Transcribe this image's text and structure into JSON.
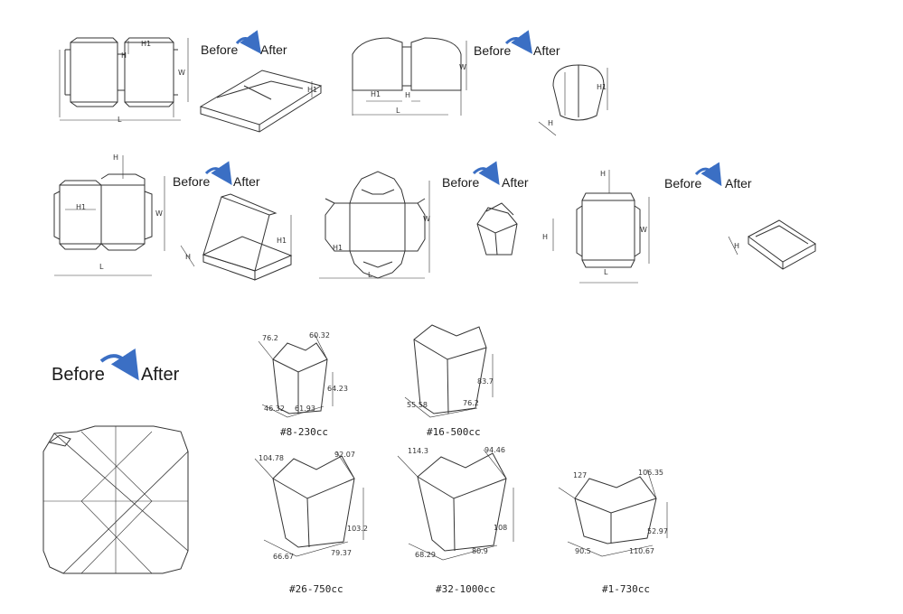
{
  "before_after": {
    "before": "Before",
    "after": "After",
    "arrow_color": "#3b6fc4"
  },
  "boxes": [
    {
      "id": "box1",
      "dims": {
        "h": "H",
        "h1": "H1",
        "w": "W",
        "l": "L",
        "h_after": "H1"
      }
    },
    {
      "id": "box2",
      "dims": {
        "h": "H",
        "h1": "H1",
        "w": "W",
        "l": "L",
        "h_after": "H1",
        "h2": "H"
      }
    },
    {
      "id": "box3",
      "dims": {
        "h": "H",
        "h1": "H1",
        "w": "W",
        "l": "L",
        "h_after": "H1",
        "h2": "H"
      }
    },
    {
      "id": "box4",
      "dims": {
        "h1": "H1",
        "w": "W",
        "l": "L",
        "h_after": "H"
      }
    },
    {
      "id": "box5",
      "dims": {
        "h": "H",
        "w": "W",
        "l": "L",
        "h_after": "H"
      }
    }
  ],
  "pails": [
    {
      "size": "#8-230cc",
      "top_left": "76.2",
      "top_right": "60.32",
      "height": "64.23",
      "bottom_left": "46.32",
      "bottom_right": "61.93"
    },
    {
      "size": "#16-500cc",
      "height": "83.7",
      "bottom_left": "55.58",
      "bottom_right": "76.2"
    },
    {
      "size": "#26-750cc",
      "top_left": "104.78",
      "top_right": "92.07",
      "height": "103.2",
      "bottom_left": "66.67",
      "bottom_right": "79.37"
    },
    {
      "size": "#32-1000cc",
      "top_left": "114.3",
      "top_right": "94.46",
      "height": "108",
      "bottom_left": "68.29",
      "bottom_right": "80.9"
    },
    {
      "size": "#1-730cc",
      "top_left": "127",
      "top_right": "106.35",
      "height": "52.97",
      "bottom_left": "90.5",
      "bottom_right": "110.67"
    }
  ]
}
